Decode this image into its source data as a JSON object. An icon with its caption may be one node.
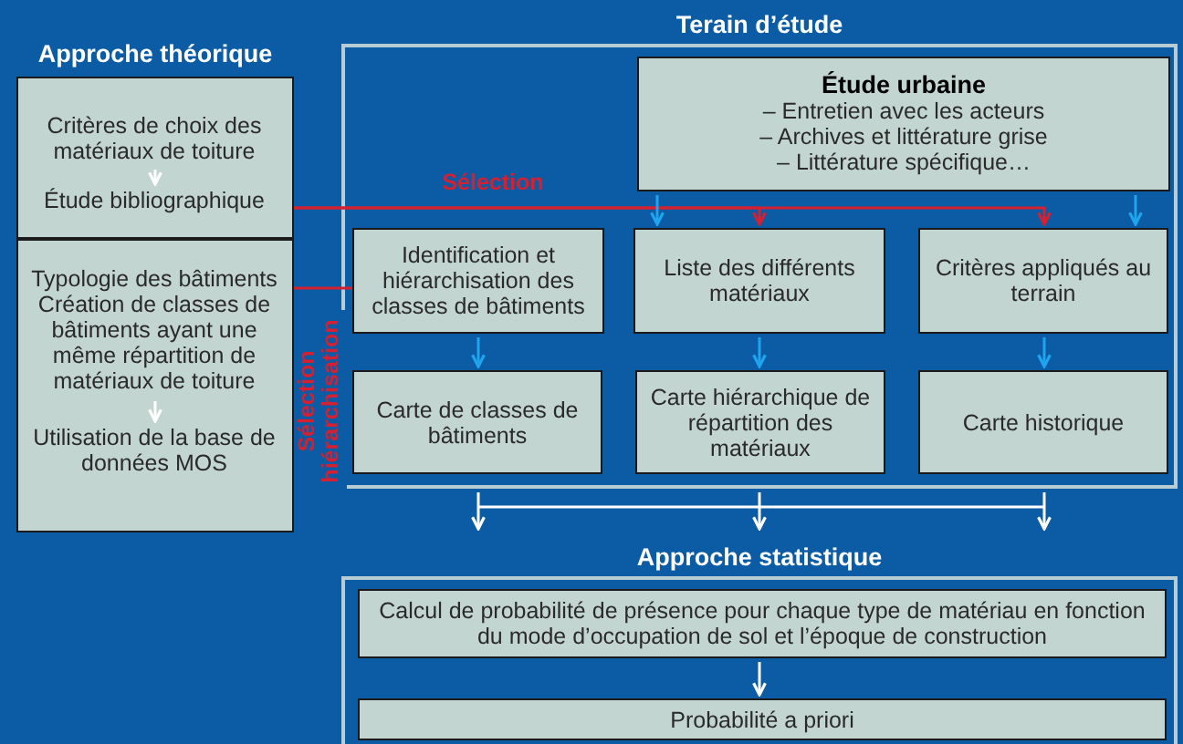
{
  "diagram": {
    "nodes": [
      {
        "text": [
          "Approche théorique"
        ]
      },
      {
        "text": [],
        "shape": "box",
        "in": 0
      },
      {
        "text": [],
        "shape": "box",
        "in": 0
      },
      {
        "text": [
          "Critères de choix des matériaux de toiture"
        ],
        "in": 1
      },
      {
        "text": [
          "Étude bibliographique"
        ],
        "in": 1
      },
      {
        "text": [
          "Typologie des bâtiments Création de classes de bâtiments ayant une même répartition de matériaux de toiture"
        ],
        "in": 2
      },
      {
        "text": [
          "Utilisation de la base de données MOS"
        ],
        "in": 2
      },
      {
        "text": [
          "Terain d’étude"
        ]
      },
      {
        "text": [
          "Étude urbaine",
          "– Entretien avec les acteurs",
          "– Archives et littérature grise",
          "– Littérature spécifique…"
        ],
        "in": 7
      },
      {
        "text": [
          "Identification et hiérarchisation des classes de bâtiments"
        ],
        "in": 7
      },
      {
        "text": [
          "Liste des différents matériaux"
        ],
        "in": 7
      },
      {
        "text": [
          "Critères appliqués au terrain"
        ],
        "in": 7
      },
      {
        "text": [
          "Carte de classes de bâtiments"
        ],
        "in": 7
      },
      {
        "text": [
          "Carte hiérarchique de répartition des matériaux"
        ],
        "in": 7
      },
      {
        "text": [
          "Carte historique"
        ],
        "in": 7
      },
      {
        "text": [
          "Approche statistique"
        ]
      },
      {
        "text": [
          "Calcul de probabilité de présence pour chaque type de matériau en fonction du mode d’occupation de sol et l’époque de construction"
        ],
        "in": 15
      },
      {
        "text": [
          "Probabilité a priori"
        ],
        "in": 15
      }
    ],
    "edges": [
      {
        "from": 3,
        "to": 4,
        "arrow": "to",
        "color": "#ffffff"
      },
      {
        "from": 5,
        "to": 6,
        "arrow": "to",
        "color": "#ffffff"
      },
      {
        "from": 1,
        "to": 10,
        "arrow": "to",
        "color": "#d42030",
        "label": "Sélection"
      },
      {
        "from": 1,
        "to": 11,
        "arrow": "to",
        "color": "#d42030"
      },
      {
        "from": 2,
        "to": 9,
        "arrow": "none",
        "color": "#d42030",
        "label": "Sélection hiérarchisation"
      },
      {
        "from": 8,
        "to": 10,
        "arrow": "to",
        "color": "#20a4ee"
      },
      {
        "from": 8,
        "to": 11,
        "arrow": "to",
        "color": "#20a4ee"
      },
      {
        "from": 9,
        "to": 12,
        "arrow": "to",
        "color": "#20a4ee"
      },
      {
        "from": 10,
        "to": 13,
        "arrow": "to",
        "color": "#20a4ee"
      },
      {
        "from": 11,
        "to": 14,
        "arrow": "to",
        "color": "#20a4ee"
      },
      {
        "from": 7,
        "to": 15,
        "arrow": "to",
        "color": "#ffffff"
      },
      {
        "from": 7,
        "to": 15,
        "arrow": "to",
        "color": "#ffffff"
      },
      {
        "from": 7,
        "to": 15,
        "arrow": "to",
        "color": "#ffffff"
      },
      {
        "from": 16,
        "to": 17,
        "arrow": "to",
        "color": "#ffffff"
      }
    ]
  }
}
